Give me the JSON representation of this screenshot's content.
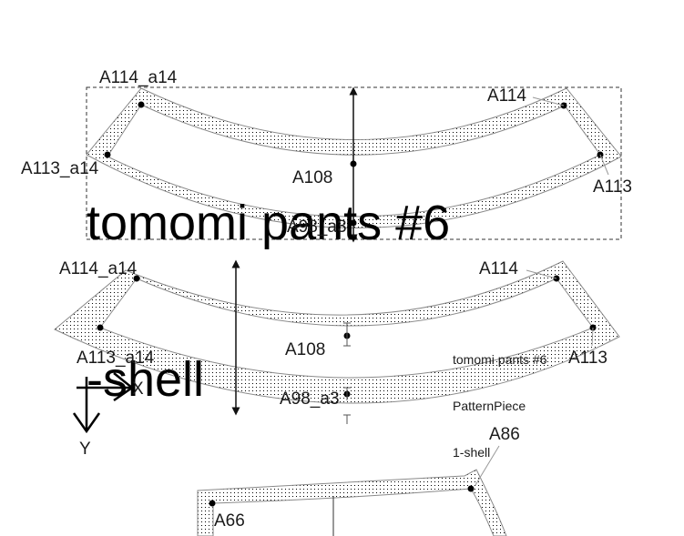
{
  "pieces": [
    {
      "id": "selected-piece",
      "selected": true,
      "title_lines": [
        "tomomi pants #6",
        "-shell"
      ],
      "points": {
        "p1": "A114_a14",
        "p2": "A113_a14",
        "p3": "A108",
        "p4": "A98_a3",
        "p5": "A114",
        "p6": "A113"
      }
    },
    {
      "id": "piece-copy",
      "selected": false,
      "label_lines": [
        "tomomi pants #6",
        "PatternPiece",
        "1-shell"
      ],
      "points": {
        "p1": "A114_a14",
        "p2": "A113_a14",
        "p3": "A108",
        "p4": "A98_a3",
        "p5": "A114",
        "p6": "A113"
      }
    },
    {
      "id": "lower-piece",
      "selected": false,
      "points": {
        "p1": "A86",
        "p2": "A66"
      }
    }
  ],
  "axes": {
    "x_label": "X",
    "y_label": "Y"
  },
  "colors": {
    "outline": "#8a8a8a",
    "ink": "#000000",
    "selection": "#333333"
  }
}
